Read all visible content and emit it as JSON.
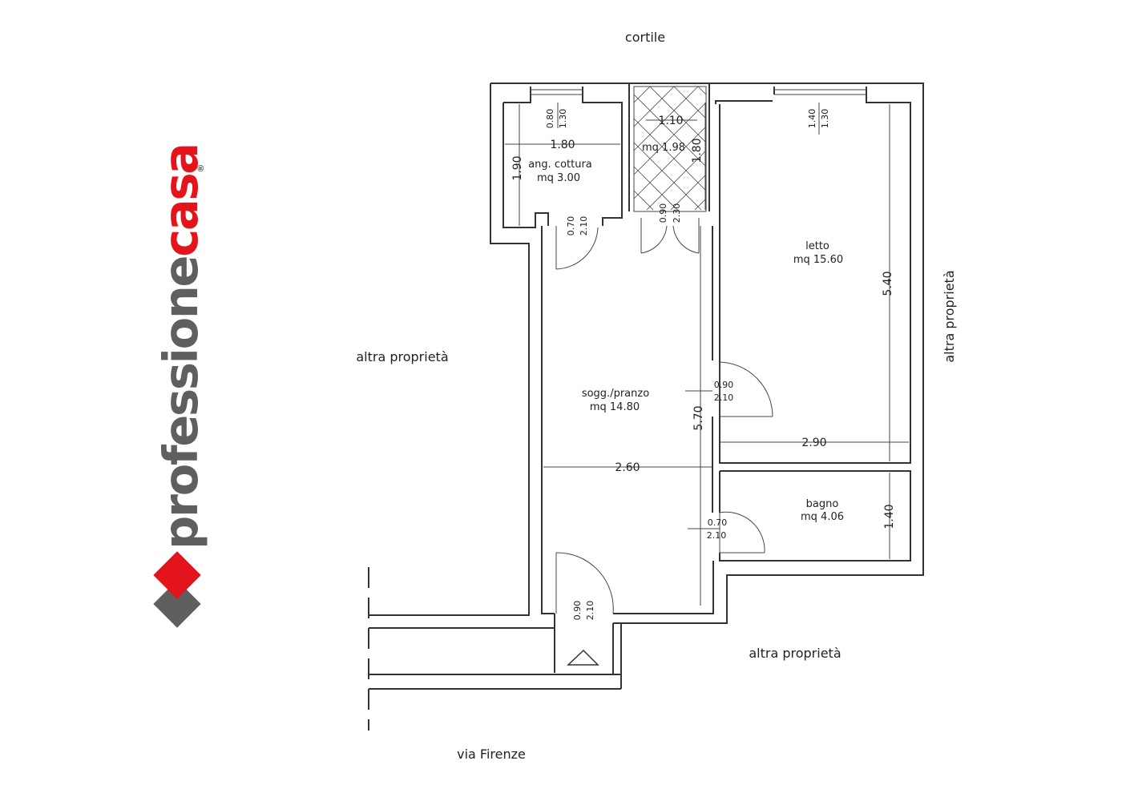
{
  "brand": {
    "name_part1": "professione",
    "name_part2": "casa",
    "registered_mark": "®",
    "colors": {
      "red": "#e3141b",
      "gray": "#5f5f5f"
    }
  },
  "context_labels": {
    "top": "cortile",
    "left": "altra proprietà",
    "right": "altra proprietà",
    "bottom_right": "altra proprietà",
    "street": "via Firenze"
  },
  "rooms": {
    "kitchen": {
      "name": "ang. cottura",
      "area": "mq 3.00"
    },
    "balcony": {
      "area": "mq 1.98"
    },
    "bedroom": {
      "name": "letto",
      "area": "mq 15.60"
    },
    "living": {
      "name": "sogg./pranzo",
      "area": "mq 14.80"
    },
    "bathroom": {
      "name": "bagno",
      "area": "mq 4.06"
    }
  },
  "dimensions": {
    "kitchen_width": "1.80",
    "kitchen_depth": "1.90",
    "kitchen_window_w": "0.80",
    "kitchen_window_h": "1.30",
    "balcony_width": "1.10",
    "balcony_depth": "1.80",
    "balcony_door_w": "0.90",
    "balcony_door_h": "2.30",
    "kitchen_door_w": "0.70",
    "kitchen_door_h": "2.10",
    "bedroom_window_w": "1.40",
    "bedroom_window_h": "1.30",
    "bedroom_depth": "5.40",
    "bedroom_width": "2.90",
    "bedroom_door_w": "0.90",
    "bedroom_door_h": "2.10",
    "living_depth": "5.70",
    "living_width": "2.60",
    "bathroom_depth": "1.40",
    "bathroom_door_w": "0.70",
    "bathroom_door_h": "2.10",
    "entrance_door_w": "0.90",
    "entrance_door_h": "2.10"
  }
}
